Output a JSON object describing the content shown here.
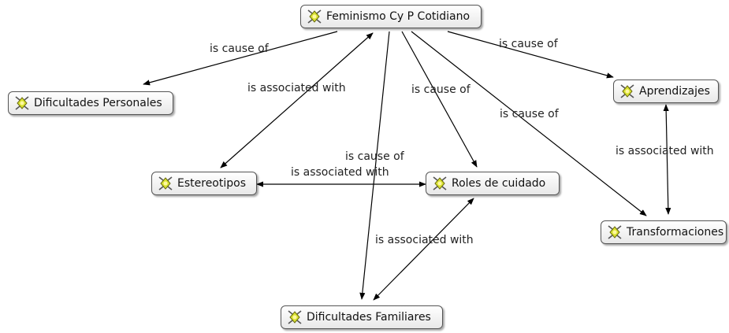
{
  "nodes": {
    "feminismo": "Feminismo Cy P Cotidiano",
    "dificultades_personales": "Dificultades Personales",
    "aprendizajes": "Aprendizajes",
    "estereotipos": "Estereotipos",
    "roles": "Roles de cuidado",
    "transformaciones": "Transformaciones",
    "dificultades_familiares": "Dificultades Familiares"
  },
  "links": {
    "fem_difpers": "is cause of",
    "fem_aprend": "is cause of",
    "fem_estereo": "is associated with",
    "fem_roles": "is cause of",
    "fem_transf": "is cause of",
    "fem_diffam": "is cause of",
    "estereo_roles": "is associated with",
    "aprend_transf": "is associated with",
    "roles_diffam": "is associated with"
  },
  "icon": "concept-node-icon"
}
